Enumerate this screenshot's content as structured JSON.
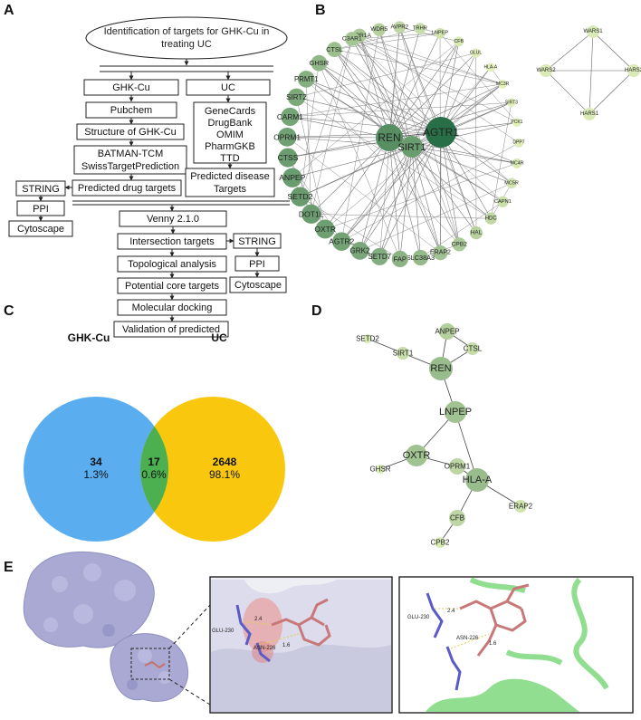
{
  "panels": {
    "a": "A",
    "b": "B",
    "c": "C",
    "d": "D",
    "e": "E"
  },
  "flow": {
    "title": [
      "Identification of targets for GHK-Cu in",
      "treating UC"
    ],
    "ghk": "GHK-Cu",
    "pubchem": "Pubchem",
    "structure": "Structure of GHK-Cu",
    "batman": [
      "BATMAN-TCM",
      "SwissTargetPrediction"
    ],
    "predicted_drug": "Predicted drug targets",
    "string_left": "STRING",
    "ppi_left": "PPI",
    "cyto_left": "Cytoscape",
    "uc": "UC",
    "databases": [
      "GeneCards",
      "DrugBank",
      "OMIM",
      "PharmGKB",
      "TTD"
    ],
    "predicted_disease": [
      "Predicted disease",
      "Targets"
    ],
    "venny": "Venny 2.1.0",
    "intersection": "Intersection targets",
    "string_right": "STRING",
    "ppi_right": "PPI",
    "cyto_right": "Cytoscape",
    "topological": "Topological analysis",
    "potential": "Potential core targets",
    "docking": "Molecular docking",
    "validation": "Validation of predicted"
  },
  "network_b": {
    "hubs": [
      "REN",
      "AGTR1",
      "SIRT1"
    ],
    "ring": [
      "AVPR1A",
      "WDR5",
      "AVPR2",
      "TRHR",
      "LNPEP",
      "CFB",
      "GLUL",
      "HLA-A",
      "MC3R",
      "SIRT3",
      "PCK1",
      "DPP7",
      "MC4R",
      "MC5R",
      "CAPN1",
      "HDC",
      "HAL",
      "CPB2",
      "ERAP2",
      "SLC38A3",
      "FAP",
      "SETD7",
      "GRK2",
      "AGTR2",
      "OXTR",
      "DOT1L",
      "SETD2",
      "ANPEP",
      "CTSS",
      "OPRM1",
      "CARM1",
      "SIRT2",
      "PRMT1",
      "GHSR",
      "CTSL",
      "C3AR1"
    ],
    "side": [
      "WARS1",
      "WARS2",
      "HARS2",
      "HARS1"
    ],
    "highlight_color": "#e02020"
  },
  "venn": {
    "left_title": "GHK-Cu",
    "right_title": "UC",
    "left_count": "34",
    "left_pct": "1.3%",
    "overlap_count": "17",
    "overlap_pct": "0.6%",
    "right_count": "2648",
    "right_pct": "98.1%",
    "colors": {
      "left": "#5aaef0",
      "right": "#f9c80e",
      "overlap": "#4caf50"
    }
  },
  "network_d": {
    "nodes": [
      "SETD2",
      "SIRT1",
      "REN",
      "ANPEP",
      "CTSL",
      "LNPEP",
      "OXTR",
      "GHSR",
      "OPRM1",
      "HLA-A",
      "ERAP2",
      "CFB",
      "CPB2"
    ]
  },
  "docking": {
    "residue1": "GLU-230",
    "residue2": "ASN-226",
    "dist1": "2.4",
    "dist2": "1.6"
  }
}
